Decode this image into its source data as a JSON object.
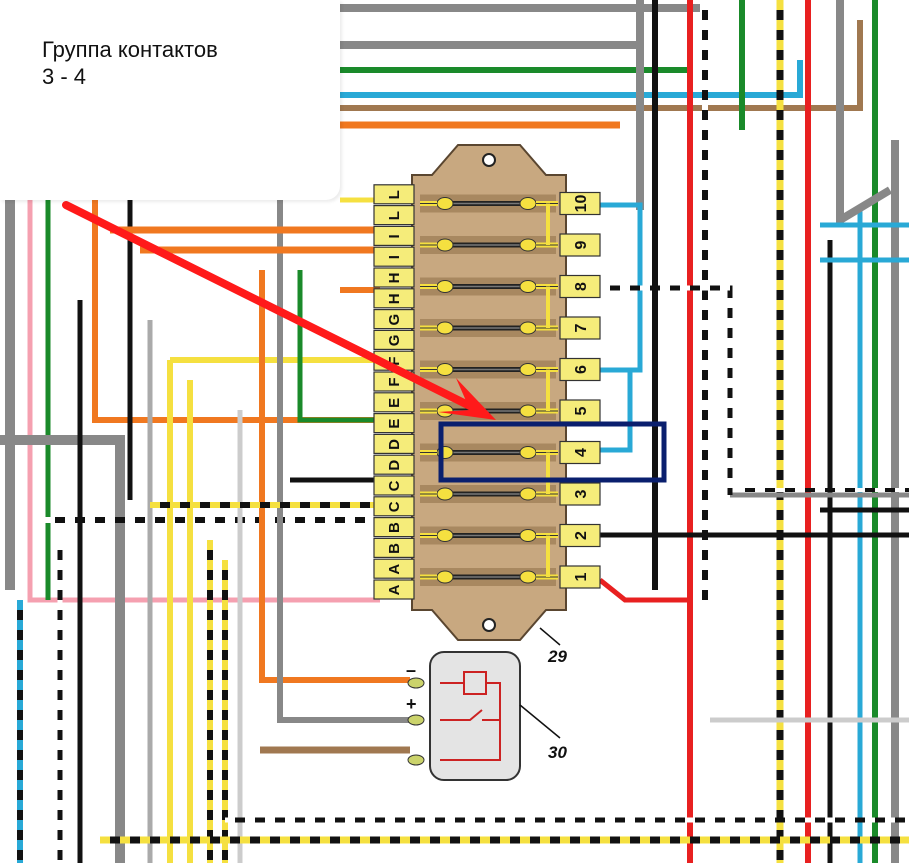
{
  "callout": {
    "text": "Группа контактов\n3 - 4"
  },
  "fuse_block": {
    "ref": "29",
    "left_labels": [
      "A",
      "A",
      "B",
      "B",
      "C",
      "C",
      "D",
      "D",
      "E",
      "E",
      "F",
      "F",
      "G",
      "G",
      "H",
      "H",
      "I",
      "I",
      "L",
      "L"
    ],
    "right_numbers": [
      "1",
      "2",
      "3",
      "4",
      "5",
      "6",
      "7",
      "8",
      "9",
      "10"
    ],
    "highlighted_fuse": "4"
  },
  "relay": {
    "ref": "30",
    "pin_labels": [
      "–",
      "+"
    ]
  },
  "colors": {
    "arrow": "#ff1a1a",
    "highlight_box": "#0a1f6e",
    "fuse_block_body": "#c8a880",
    "label_tile": "#f5ec7a"
  }
}
